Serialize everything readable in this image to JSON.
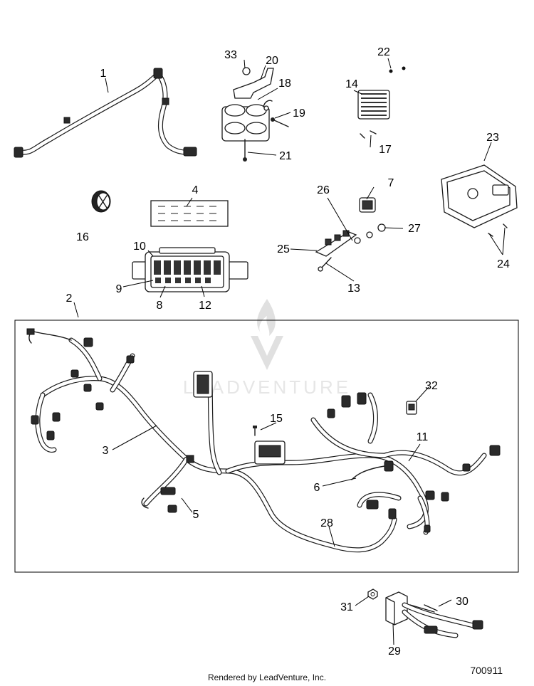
{
  "callouts": [
    {
      "id": "1",
      "label": "1"
    },
    {
      "id": "2",
      "label": "2"
    },
    {
      "id": "3",
      "label": "3"
    },
    {
      "id": "4",
      "label": "4"
    },
    {
      "id": "5",
      "label": "5"
    },
    {
      "id": "6",
      "label": "6"
    },
    {
      "id": "7",
      "label": "7"
    },
    {
      "id": "8",
      "label": "8"
    },
    {
      "id": "9",
      "label": "9"
    },
    {
      "id": "10",
      "label": "10"
    },
    {
      "id": "11",
      "label": "11"
    },
    {
      "id": "12",
      "label": "12"
    },
    {
      "id": "13",
      "label": "13"
    },
    {
      "id": "14",
      "label": "14"
    },
    {
      "id": "15",
      "label": "15"
    },
    {
      "id": "16",
      "label": "16"
    },
    {
      "id": "17",
      "label": "17"
    },
    {
      "id": "18",
      "label": "18"
    },
    {
      "id": "19",
      "label": "19"
    },
    {
      "id": "20",
      "label": "20"
    },
    {
      "id": "21",
      "label": "21"
    },
    {
      "id": "22",
      "label": "22"
    },
    {
      "id": "23",
      "label": "23"
    },
    {
      "id": "24",
      "label": "24"
    },
    {
      "id": "25",
      "label": "25"
    },
    {
      "id": "26",
      "label": "26"
    },
    {
      "id": "27",
      "label": "27"
    },
    {
      "id": "28",
      "label": "28"
    },
    {
      "id": "29",
      "label": "29"
    },
    {
      "id": "30",
      "label": "30"
    },
    {
      "id": "31",
      "label": "31"
    },
    {
      "id": "32",
      "label": "32"
    },
    {
      "id": "33",
      "label": "33"
    }
  ],
  "watermark": "LEADVENTURE",
  "footer": {
    "caption": "Rendered by LeadVenture, Inc.",
    "diagram_number": "700911"
  }
}
